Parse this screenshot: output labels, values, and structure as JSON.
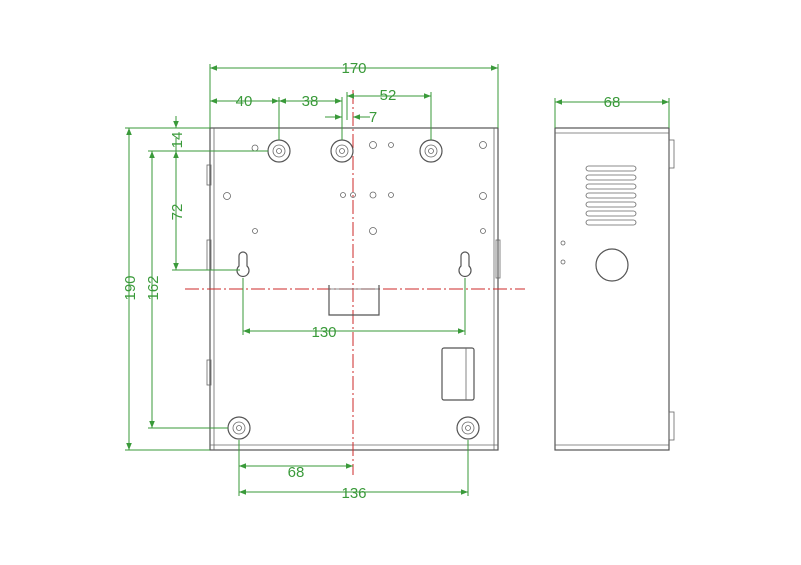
{
  "drawing": {
    "dimensions": {
      "width_total": "170",
      "offset_left": "40",
      "spacing_top_holes": "38",
      "spacing_right_hole": "52",
      "center_offset": "7",
      "top_margin": "14",
      "vertical_hole_spacing": "72",
      "height_total": "190",
      "height_holes": "162",
      "keyhole_spacing": "130",
      "half_bottom_holes": "68",
      "bottom_hole_spacing": "136",
      "side_depth": "68"
    }
  }
}
